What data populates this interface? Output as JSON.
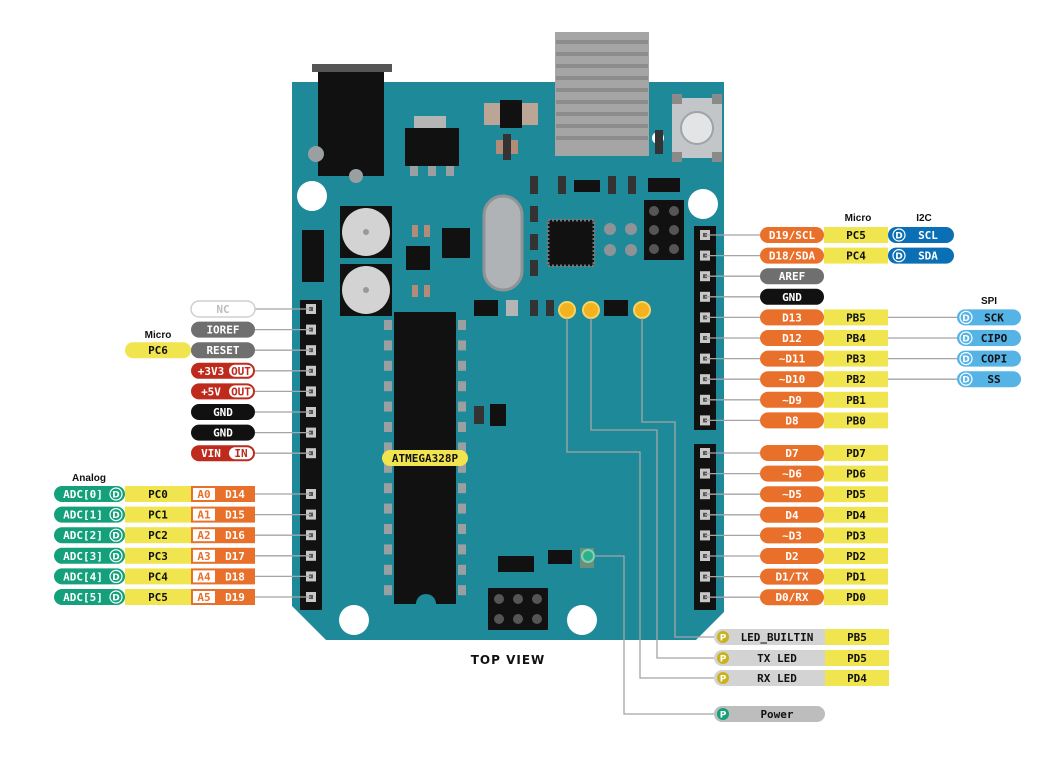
{
  "title": "TOP VIEW",
  "chip_label": "ATMEGA328P",
  "headers": {
    "micro_left": "Micro",
    "analog": "Analog",
    "micro_right": "Micro",
    "i2c": "I2C",
    "spi": "SPI"
  },
  "left_power_pins": [
    {
      "label": "NC",
      "micro": "",
      "tag": ""
    },
    {
      "label": "IOREF",
      "micro": "",
      "tag": ""
    },
    {
      "label": "RESET",
      "micro": "PC6",
      "tag": ""
    },
    {
      "label": "+3V3",
      "micro": "",
      "tag": "OUT"
    },
    {
      "label": "+5V",
      "micro": "",
      "tag": "OUT"
    },
    {
      "label": "GND",
      "micro": "",
      "tag": ""
    },
    {
      "label": "GND",
      "micro": "",
      "tag": ""
    },
    {
      "label": "VIN",
      "micro": "",
      "tag": "IN"
    }
  ],
  "analog_pins": [
    {
      "adc": "ADC[0]",
      "port": "PC0",
      "a": "A0",
      "d": "D14"
    },
    {
      "adc": "ADC[1]",
      "port": "PC1",
      "a": "A1",
      "d": "D15"
    },
    {
      "adc": "ADC[2]",
      "port": "PC2",
      "a": "A2",
      "d": "D16"
    },
    {
      "adc": "ADC[3]",
      "port": "PC3",
      "a": "A3",
      "d": "D17"
    },
    {
      "adc": "ADC[4]",
      "port": "PC4",
      "a": "A4",
      "d": "D18"
    },
    {
      "adc": "ADC[5]",
      "port": "PC5",
      "a": "A5",
      "d": "D19"
    }
  ],
  "right_top_pins": [
    {
      "label": "D19/SCL",
      "port": "PC5",
      "extra": "SCL",
      "extra_group": "i2c"
    },
    {
      "label": "D18/SDA",
      "port": "PC4",
      "extra": "SDA",
      "extra_group": "i2c"
    },
    {
      "label": "AREF",
      "port": "",
      "extra": "",
      "extra_group": ""
    },
    {
      "label": "GND",
      "port": "",
      "extra": "",
      "extra_group": ""
    },
    {
      "label": "D13",
      "port": "PB5",
      "extra": "SCK",
      "extra_group": "spi"
    },
    {
      "label": "D12",
      "port": "PB4",
      "extra": "CIPO",
      "extra_group": "spi"
    },
    {
      "label": "~D11",
      "port": "PB3",
      "extra": "COPI",
      "extra_group": "spi"
    },
    {
      "label": "~D10",
      "port": "PB2",
      "extra": "SS",
      "extra_group": "spi"
    },
    {
      "label": "~D9",
      "port": "PB1",
      "extra": "",
      "extra_group": ""
    },
    {
      "label": "D8",
      "port": "PB0",
      "extra": "",
      "extra_group": ""
    }
  ],
  "right_bottom_pins": [
    {
      "label": "D7",
      "port": "PD7"
    },
    {
      "label": "~D6",
      "port": "PD6"
    },
    {
      "label": "~D5",
      "port": "PD5"
    },
    {
      "label": "D4",
      "port": "PD4"
    },
    {
      "label": "~D3",
      "port": "PD3"
    },
    {
      "label": "D2",
      "port": "PD2"
    },
    {
      "label": "D1/TX",
      "port": "PD1"
    },
    {
      "label": "D0/RX",
      "port": "PD0"
    }
  ],
  "leds": [
    {
      "label": "LED_BUILTIN",
      "port": "PB5"
    },
    {
      "label": "TX LED",
      "port": "PD5"
    },
    {
      "label": "RX LED",
      "port": "PD4"
    },
    {
      "label": "Power",
      "port": ""
    }
  ],
  "badge_glyph": "D",
  "led_glyph": "P",
  "colors": {
    "board": "#1e8a99",
    "orange": "#e8702a",
    "yellow": "#f1e54f",
    "grey": "#6f6f6f",
    "black": "#111111",
    "red": "#be2a1c",
    "green": "#13a07a",
    "blue": "#0a6fb5",
    "light_blue": "#55b3e6",
    "light_grey": "#d3d3d3"
  }
}
